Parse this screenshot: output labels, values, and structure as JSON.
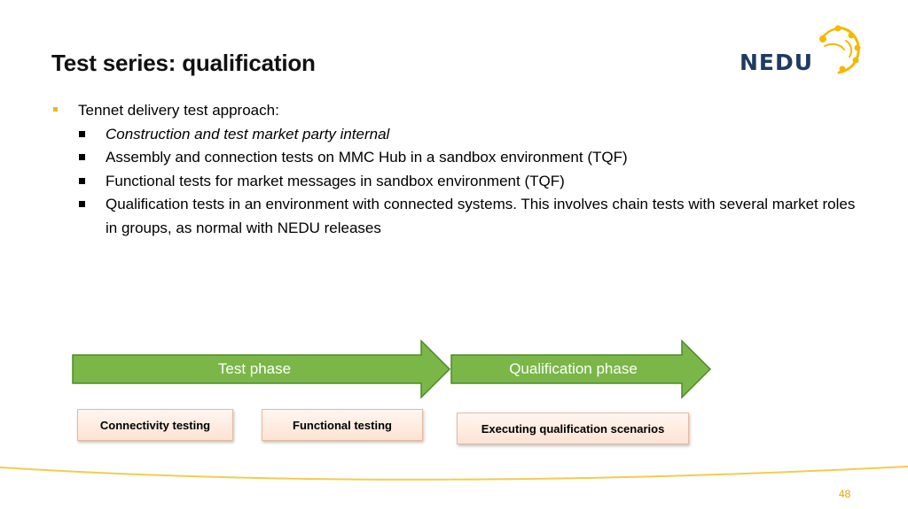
{
  "title": "Test series: qualification",
  "logo": {
    "text": "NEDU",
    "text_color": "#1f3b63",
    "mark_color": "#f5b800",
    "mark_icon": "nedu-people-circle-icon"
  },
  "bullets": {
    "main": "Tennet delivery test approach:",
    "sub": [
      "Construction and test market party internal",
      "Assembly and connection tests on MMC Hub in a sandbox environment (TQF)",
      "Functional tests for market messages in sandbox environment (TQF)",
      "Qualification tests in an environment with connected systems. This involves chain tests with several market roles in groups, as normal with NEDU releases"
    ]
  },
  "phases": [
    {
      "label": "Test phase"
    },
    {
      "label": "Qualification phase"
    }
  ],
  "activities": [
    {
      "label": "Connectivity testing"
    },
    {
      "label": "Functional testing"
    },
    {
      "label": "Executing qualification scenarios"
    }
  ],
  "page_number": "48",
  "colors": {
    "arrow_fill": "#7ab648",
    "arrow_stroke": "#4e8a2a",
    "bullet_accent": "#f5b800",
    "footer_line": "#f3cc4f",
    "page_number": "#e9a400"
  }
}
